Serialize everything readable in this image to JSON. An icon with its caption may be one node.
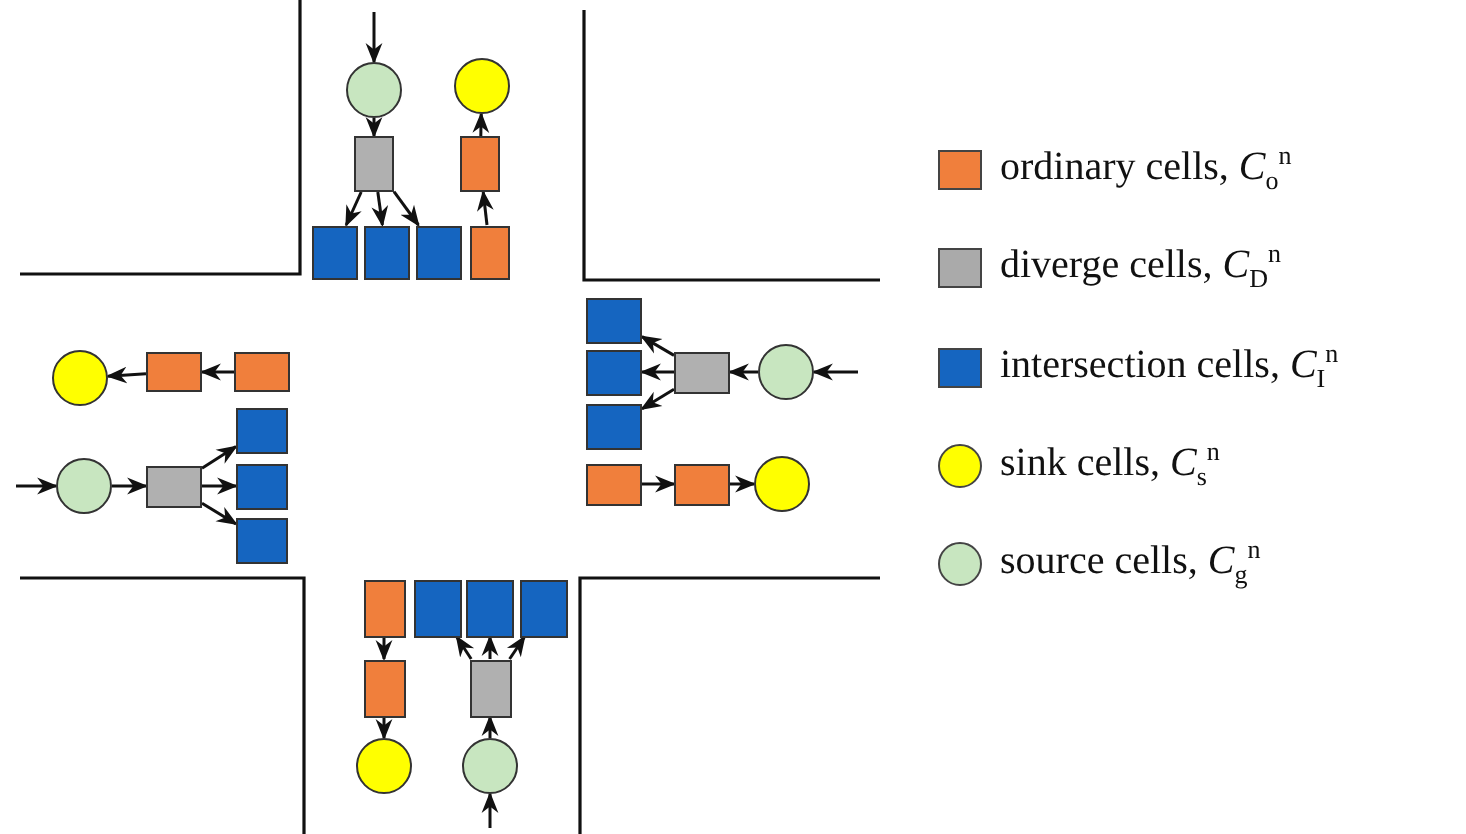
{
  "diagram": {
    "nodes": [
      {
        "text": [],
        "shape": "circle"
      },
      {
        "text": [],
        "shape": "circle"
      },
      {
        "text": [],
        "shape": "box"
      },
      {
        "text": [],
        "shape": "box"
      },
      {
        "text": [],
        "shape": "box"
      },
      {
        "text": [],
        "shape": "box"
      },
      {
        "text": [],
        "shape": "box"
      },
      {
        "text": [],
        "shape": "box"
      },
      {
        "text": [],
        "shape": "circle"
      },
      {
        "text": [],
        "shape": "box"
      },
      {
        "text": [],
        "shape": "box"
      },
      {
        "text": [],
        "shape": "box"
      },
      {
        "text": [],
        "shape": "box"
      },
      {
        "text": [],
        "shape": "box"
      },
      {
        "text": [],
        "shape": "box"
      },
      {
        "text": [],
        "shape": "circle"
      },
      {
        "text": [],
        "shape": "box"
      },
      {
        "text": [],
        "shape": "circle"
      },
      {
        "text": [],
        "shape": "box"
      },
      {
        "text": [],
        "shape": "box"
      },
      {
        "text": [],
        "shape": "box"
      },
      {
        "text": [],
        "shape": "box"
      },
      {
        "text": [],
        "shape": "box"
      },
      {
        "text": [],
        "shape": "circle"
      },
      {
        "text": [],
        "shape": "box"
      },
      {
        "text": [],
        "shape": "box"
      },
      {
        "text": [],
        "shape": "box"
      },
      {
        "text": [],
        "shape": "box"
      },
      {
        "text": [],
        "shape": "box"
      },
      {
        "text": [],
        "shape": "box"
      },
      {
        "text": [],
        "shape": "circle"
      },
      {
        "text": [],
        "shape": "circle"
      }
    ],
    "edges": [
      {
        "from": null,
        "to": 0,
        "arrow": "to"
      },
      {
        "from": 0,
        "to": 2,
        "arrow": "to"
      },
      {
        "from": 2,
        "to": 4,
        "arrow": "to"
      },
      {
        "from": 2,
        "to": 5,
        "arrow": "to"
      },
      {
        "from": 2,
        "to": 6,
        "arrow": "to"
      },
      {
        "from": 7,
        "to": 3,
        "arrow": "to"
      },
      {
        "from": 3,
        "to": 1,
        "arrow": "to"
      },
      {
        "from": 10,
        "to": 9,
        "arrow": "to"
      },
      {
        "from": 9,
        "to": 8,
        "arrow": "to"
      },
      {
        "from": null,
        "to": 17,
        "arrow": "to"
      },
      {
        "from": 17,
        "to": 18,
        "arrow": "to"
      },
      {
        "from": 18,
        "to": 11,
        "arrow": "to"
      },
      {
        "from": 18,
        "to": 19,
        "arrow": "to"
      },
      {
        "from": 18,
        "to": 20,
        "arrow": "to"
      },
      {
        "from": null,
        "to": 15,
        "arrow": "to"
      },
      {
        "from": 15,
        "to": 14,
        "arrow": "to"
      },
      {
        "from": 14,
        "to": 12,
        "arrow": "to"
      },
      {
        "from": 14,
        "to": 13,
        "arrow": "to"
      },
      {
        "from": 14,
        "to": 16,
        "arrow": "to"
      },
      {
        "from": 21,
        "to": 22,
        "arrow": "to"
      },
      {
        "from": 22,
        "to": 23,
        "arrow": "to"
      },
      {
        "from": 24,
        "to": 28,
        "arrow": "to"
      },
      {
        "from": 28,
        "to": 30,
        "arrow": "to"
      },
      {
        "from": null,
        "to": 31,
        "arrow": "to"
      },
      {
        "from": 31,
        "to": 29,
        "arrow": "to"
      },
      {
        "from": 29,
        "to": 25,
        "arrow": "to"
      },
      {
        "from": 29,
        "to": 26,
        "arrow": "to"
      },
      {
        "from": 29,
        "to": 27,
        "arrow": "to"
      }
    ],
    "legend": [
      {
        "text": "ordinary cells, *C*$_{o}$$^{n}$",
        "color": "#f07f3c"
      },
      {
        "text": "diverge cells, *C*$_{D}$$^{n}$",
        "color": "#aaaaaa"
      },
      {
        "text": "intersection cells, *C*$_{I}$$^{n}$",
        "color": "#1565c0"
      },
      {
        "text": "sink cells, *C*$_{s}$$^{n}$",
        "color": "#ffff00"
      },
      {
        "text": "source cells, *C*$_{g}$$^{n}$",
        "color": "#c8e6c0"
      }
    ]
  }
}
